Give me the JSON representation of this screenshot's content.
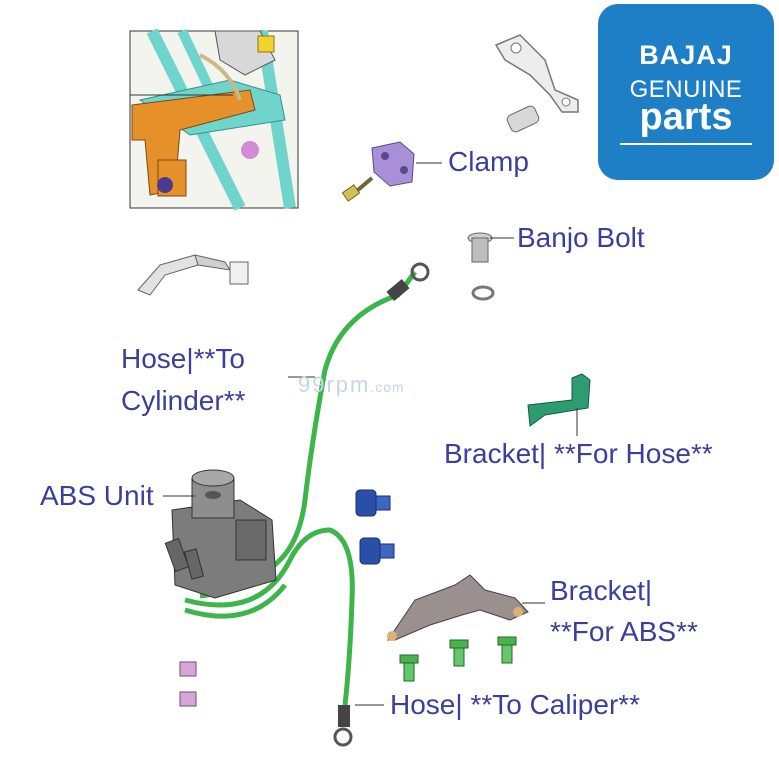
{
  "logo": {
    "line1": "BAJAJ",
    "line2": "GENUINE",
    "line3": "parts",
    "color": "#1e7ec6"
  },
  "watermark": {
    "main": "99rpm",
    "suffix": ".com"
  },
  "labels": {
    "clamp": "Clamp",
    "banjo_bolt": "Banjo Bolt",
    "hose_cylinder_1": "Hose|**To",
    "hose_cylinder_2": "Cylinder**",
    "bracket_hose": "Bracket| **For Hose**",
    "abs_unit": "ABS Unit",
    "bracket_abs_1": "Bracket|",
    "bracket_abs_2": "**For ABS**",
    "hose_caliper": "Hose| **To Caliper**"
  },
  "colors": {
    "label_text": "#3b3f9c",
    "hose": "#3db54a",
    "bracket_hose": "#2e9c73",
    "clamp": "#a98fd8",
    "bolt_blue": "#2b4fa8",
    "bolt_green": "#4cb050",
    "frame": "#6ed4cc",
    "bracket_orange": "#e6902a"
  }
}
